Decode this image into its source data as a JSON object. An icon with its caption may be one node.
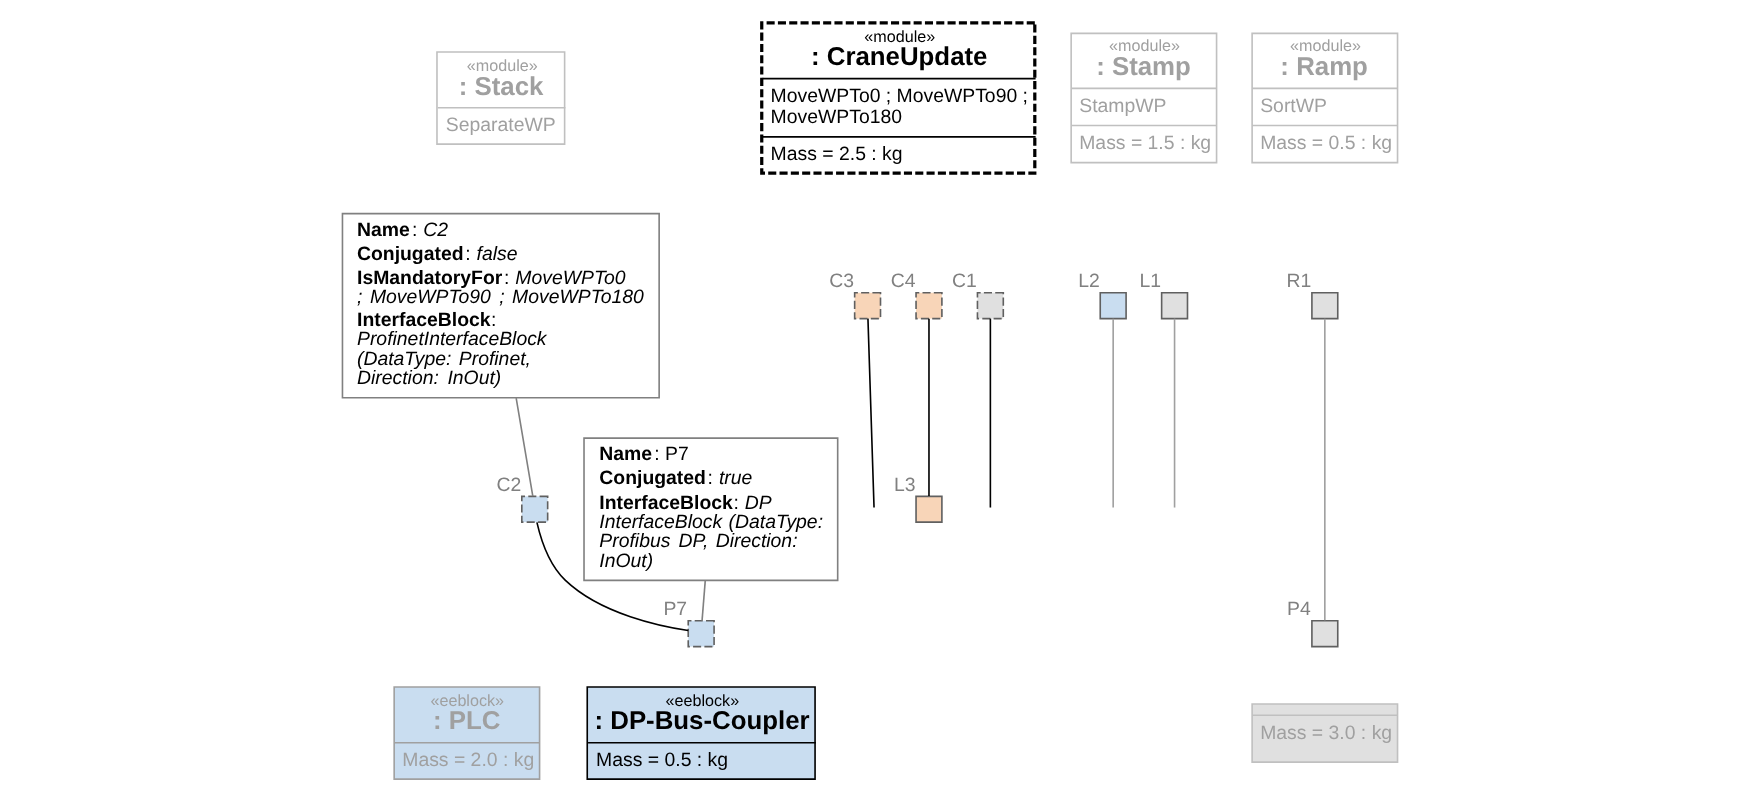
{
  "diagram": {
    "nodes": [
      {
        "text": [
          "«module»",
          ": Stack",
          "SeparateWP"
        ]
      },
      {
        "text": [
          "«module»",
          ": CraneUpdate",
          "MoveWPTo0 ; MoveWPTo90 ; MoveWPTo180",
          "Mass = 2.5 : kg"
        ]
      },
      {
        "text": [
          "«module»",
          ": Stamp",
          "StampWP",
          "Mass = 1.5 : kg"
        ]
      },
      {
        "text": [
          "«module»",
          ": Ramp",
          "SortWP",
          "Mass = 0.5 : kg"
        ]
      },
      {
        "text": [
          "«eeblock»",
          ": PLC",
          "Mass = 2.0 : kg"
        ]
      },
      {
        "text": [
          "«eeblock»",
          ": DP-Bus-Coupler",
          "Mass = 0.5 : kg"
        ]
      },
      {
        "text": [
          "Mass = 3.0 : kg"
        ]
      },
      {
        "text": [],
        "shape": "box",
        "beside": [
          "C3"
        ]
      },
      {
        "text": [],
        "shape": "box",
        "beside": [
          "C4"
        ]
      },
      {
        "text": [],
        "shape": "box",
        "beside": [
          "C2"
        ]
      },
      {
        "text": [],
        "shape": "box",
        "beside": [
          "C1"
        ]
      },
      {
        "text": [],
        "shape": "box",
        "beside": [
          "L3"
        ]
      },
      {
        "text": [],
        "shape": "box",
        "beside": [
          "L2"
        ]
      },
      {
        "text": [],
        "shape": "box",
        "beside": [
          "L1"
        ]
      },
      {
        "text": [],
        "shape": "box",
        "beside": [
          "R1"
        ]
      },
      {
        "text": [],
        "shape": "box",
        "beside": [
          "P7"
        ]
      },
      {
        "text": [],
        "shape": "box",
        "beside": [
          "P4"
        ]
      },
      {
        "text": [
          "**Name**: *C2*",
          "**Conjugated**: *false*",
          "**IsMandatoryFor**: *MoveWPTo0 ; MoveWPTo90 ; MoveWPTo180*",
          "**InterfaceBlock**: *ProfinetInterfaceBlock (DataType: Profinet, Direction: InOut)*"
        ]
      },
      {
        "text": [
          "**Name**: P7",
          "**Conjugated**: *true*",
          "**InterfaceBlock**: *DP InterfaceBlock (DataType: Profibus DP, Direction: InOut)*"
        ]
      }
    ],
    "edges": [
      {
        "from": 8,
        "to": 11,
        "arrow": "none"
      },
      {
        "from": 9,
        "to": 15,
        "arrow": "none"
      },
      {
        "from": 14,
        "to": 16,
        "arrow": "none",
        "color": "#a0a0a0"
      },
      {
        "from": 7,
        "to": null,
        "arrow": "none"
      },
      {
        "from": 12,
        "to": null,
        "arrow": "none",
        "color": "#a0a0a0"
      },
      {
        "from": 13,
        "to": null,
        "arrow": "none",
        "color": "#a0a0a0"
      },
      {
        "from": 10,
        "to": null,
        "arrow": "none"
      },
      {
        "from": 17,
        "to": 9,
        "arrow": "none",
        "color": "#808080"
      },
      {
        "from": 18,
        "to": 15,
        "arrow": "none",
        "color": "#808080"
      }
    ]
  }
}
